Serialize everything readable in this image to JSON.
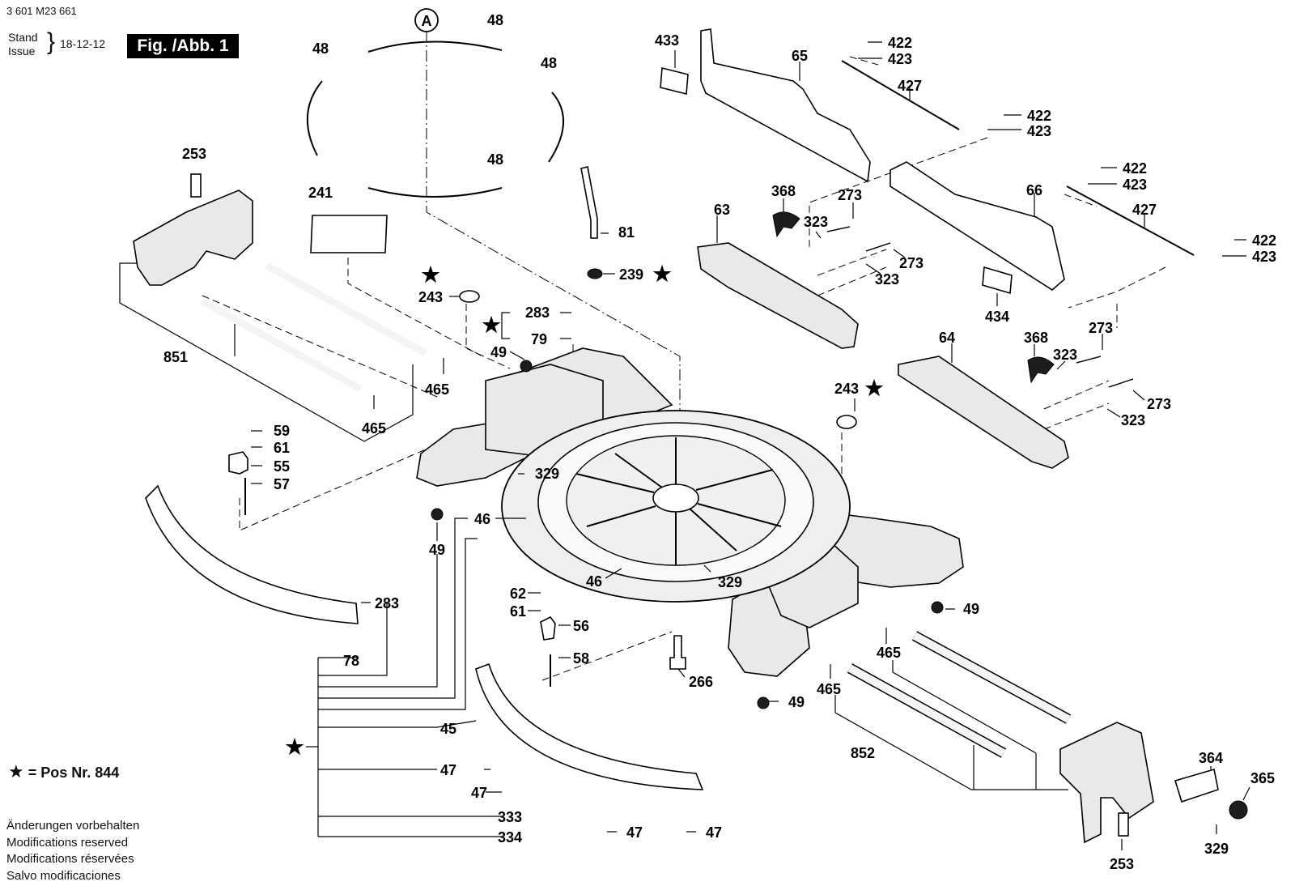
{
  "header": {
    "doc_number": "3 601 M23 661",
    "stand_label": "Stand",
    "issue_label": "Issue",
    "brace": "}",
    "date": "18-12-12",
    "figure_label": "Fig. /Abb. 1"
  },
  "legend": {
    "star_symbol": "★",
    "text": " = Pos Nr. 844"
  },
  "notes": [
    "Änderungen vorbehalten",
    "Modifications reserved",
    "Modifications réservées",
    "Salvo modificaciones"
  ],
  "detail_marker": "A",
  "star_symbol": "★",
  "part_labels": {
    "p48_top": "48",
    "p48_left": "48",
    "p48_right": "48",
    "p48_mid": "48",
    "p253_left": "253",
    "p241": "241",
    "p851": "851",
    "p465_a": "465",
    "p465_b": "465",
    "p243_left": "243",
    "p283_top": "283",
    "p79": "79",
    "p49_top": "49",
    "p81": "81",
    "p239": "239",
    "p59": "59",
    "p61_a": "61",
    "p55": "55",
    "p57": "57",
    "p329_a": "329",
    "p46_a": "46",
    "p49_left": "49",
    "p46_b": "46",
    "p329_b": "329",
    "p62": "62",
    "p61_b": "61",
    "p56": "56",
    "p58": "58",
    "p283_bottom": "283",
    "p78": "78",
    "p45": "45",
    "p47_a": "47",
    "p47_b": "47",
    "p47_c": "47",
    "p47_d": "47",
    "p333": "333",
    "p334": "334",
    "p266": "266",
    "p49_right": "49",
    "p465_c": "465",
    "p465_d": "465",
    "p49_bottom": "49",
    "p852": "852",
    "p433": "433",
    "p65": "65",
    "p422_a": "422",
    "p423_a": "423",
    "p427_a": "427",
    "p422_b": "422",
    "p423_b": "423",
    "p422_c": "422",
    "p423_c": "423",
    "p427_b": "427",
    "p422_d": "422",
    "p423_d": "423",
    "p63": "63",
    "p368_a": "368",
    "p273_a": "273",
    "p323_a": "323",
    "p273_b": "273",
    "p323_b": "323",
    "p66": "66",
    "p434": "434",
    "p64": "64",
    "p368_b": "368",
    "p273_c": "273",
    "p323_c": "323",
    "p273_d": "273",
    "p323_d": "323",
    "p243_right": "243",
    "p364": "364",
    "p365": "365",
    "p329_c": "329",
    "p253_right": "253"
  },
  "icons": {
    "star": "star-icon",
    "detail_marker": "circle-a-icon"
  }
}
